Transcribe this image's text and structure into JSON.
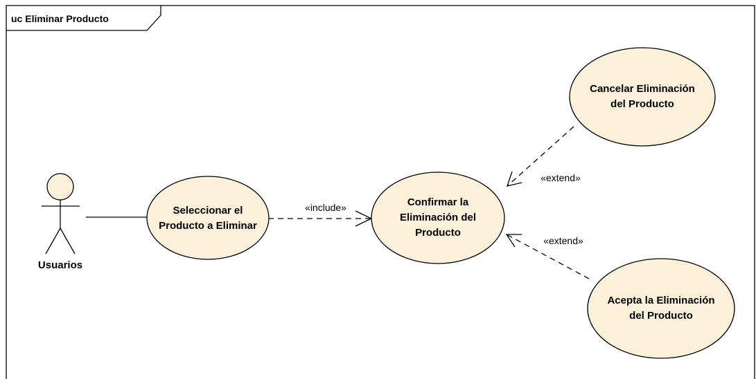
{
  "frame": {
    "title": "uc Eliminar Producto"
  },
  "actor": {
    "name": "Usuarios"
  },
  "use_cases": {
    "seleccionar": {
      "line1": "Seleccionar el",
      "line2": "Producto a Eliminar"
    },
    "confirmar": {
      "line1": "Confirmar la",
      "line2": "Eliminación del",
      "line3": "Producto"
    },
    "cancelar": {
      "line1": "Cancelar Eliminación",
      "line2": "del Producto"
    },
    "acepta": {
      "line1": "Acepta la Eliminación",
      "line2": "del Producto"
    }
  },
  "relations": {
    "include": "«include»",
    "extend_cancel": "«extend»",
    "extend_acepta": "«extend»"
  },
  "colors": {
    "use_case_fill": "#fbf0d9",
    "actor_fill": "#fbf0d9",
    "stroke": "#000000"
  }
}
